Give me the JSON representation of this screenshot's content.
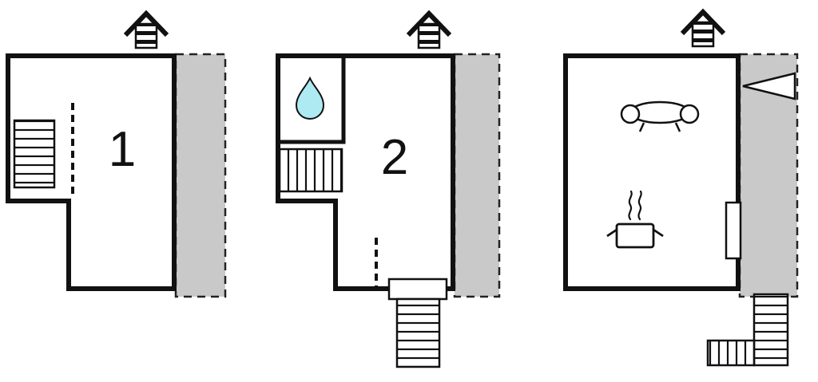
{
  "title": "three-unit-floor-plan",
  "colors": {
    "wall": "#111111",
    "terrace_fill": "#c9c9c9",
    "terrace_border": "#222222",
    "water_drop": "#aeeaf2",
    "background": "#ffffff",
    "label": "#111111"
  },
  "floors": [
    {
      "name": "unit-1",
      "room_label": "1",
      "icons": [
        "chimney-icon",
        "stairs-icon",
        "low-ceiling-dashed-line",
        "terrace-area"
      ]
    },
    {
      "name": "unit-2",
      "room_label": "2",
      "icons": [
        "chimney-icon",
        "water-drop-icon",
        "stairs-icon",
        "low-ceiling-dashed-line",
        "entrance-landing",
        "exterior-stairs",
        "terrace-area"
      ]
    },
    {
      "name": "unit-3",
      "icons": [
        "chimney-icon",
        "sofa-icon",
        "cooking-pot-icon",
        "steam-icon",
        "door",
        "entrance-arrow-icon",
        "corner-stairs",
        "terrace-area"
      ]
    }
  ]
}
